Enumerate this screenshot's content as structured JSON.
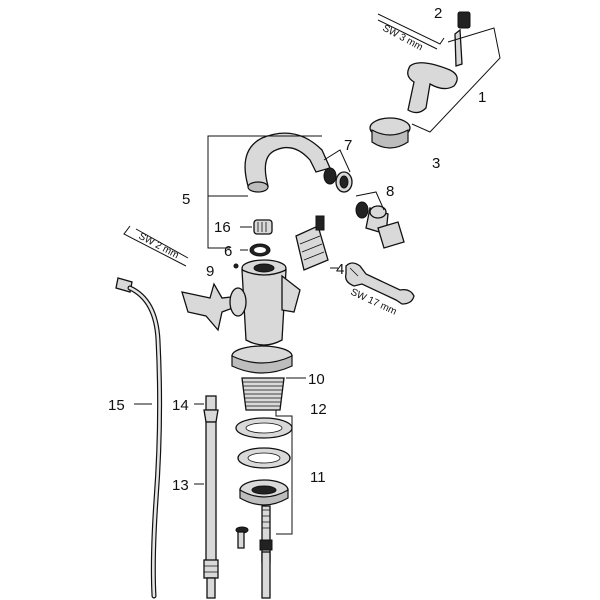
{
  "callouts": {
    "c1": "1",
    "c2": "2",
    "c3": "3",
    "c4": "4",
    "c5": "5",
    "c6": "6",
    "c7": "7",
    "c8": "8",
    "c9": "9",
    "c10": "10",
    "c11": "11",
    "c12": "12",
    "c13": "13",
    "c14": "14",
    "c15": "15",
    "c16": "16"
  },
  "tools": {
    "allen_key_3": "SW 3 mm",
    "allen_key_2": "SW 2 mm",
    "spanner_17": "SW 17 mm"
  },
  "colors": {
    "line": "#111111",
    "metal": "#d9d9d9",
    "shade": "#bdbdbd",
    "background": "#ffffff"
  }
}
